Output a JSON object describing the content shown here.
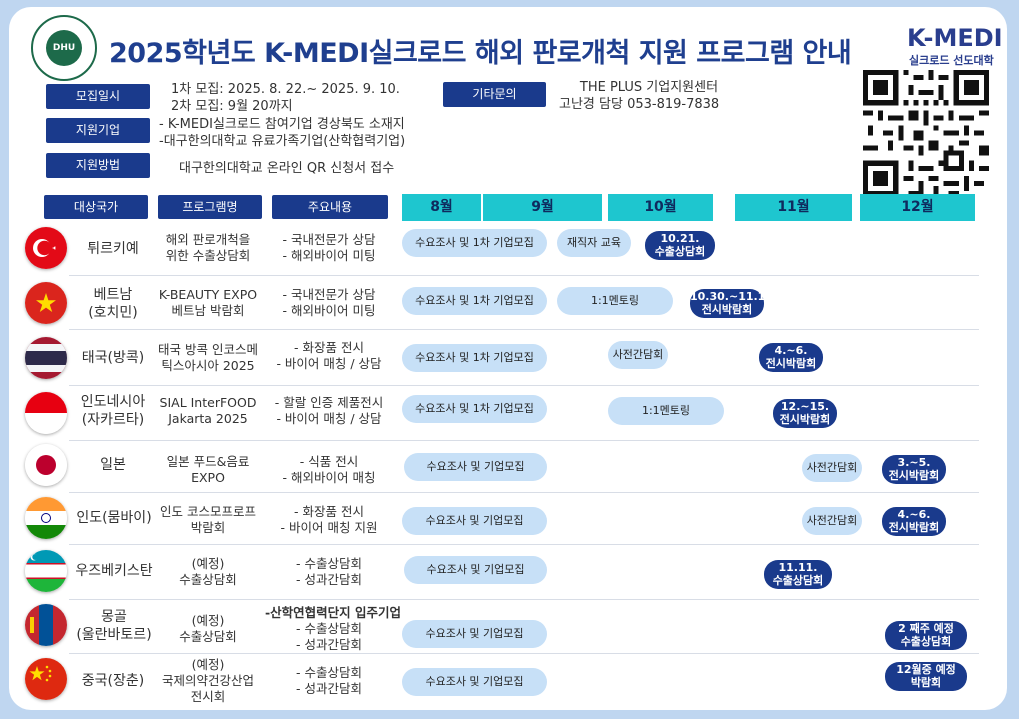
{
  "header": {
    "title": "2025학년도 K-MEDI실크로드 해외 판로개척 지원 프로그램 안내",
    "logo_text": "DHU",
    "brand": "K-MEDI",
    "brand_sub": "실크로드 선도대학"
  },
  "info": {
    "recruit_label": "모집일시",
    "recruit_line1": "1차 모집: 2025. 8. 22.~ 2025. 9. 10.",
    "recruit_line2": "2차 모집: 9월 20까지",
    "company_label": "지원기업",
    "company_line1": "- K-MEDI실크로드 참여기업 경상북도 소재지",
    "company_line2": "-대구한의대학교 유료가족기업(산학협력기업)",
    "method_label": "지원방법",
    "method_text": "대구한의대학교 온라인 QR 신청서 접수",
    "contact_label": "기타문의",
    "contact_line1": "THE PLUS 기업지원센터",
    "contact_line2": "고난경 담당 053-819-7838"
  },
  "table_headers": {
    "country": "대상국가",
    "program": "프로그램명",
    "content": "주요내용",
    "months": [
      "8월",
      "9월",
      "10월",
      "11월",
      "12월"
    ]
  },
  "rows": [
    {
      "country": "튀르키예",
      "program_1": "해외 판로개척을",
      "program_2": "위한 수출상담회",
      "content_1": "- 국내전문가 상담",
      "content_2": "- 해외바이어 미팅",
      "content_3": "",
      "pill_a": "수요조사 및 1차 기업모집",
      "pill_b": "재직자 교육",
      "event": "10.21.\n수출상담회"
    },
    {
      "country": "베트남\n(호치민)",
      "program_1": "K-BEAUTY EXPO",
      "program_2": "베트남 박람회",
      "content_1": "- 국내전문가 상담",
      "content_2": "- 해외바이어 미팅",
      "content_3": "",
      "pill_a": "수요조사 및 1차 기업모집",
      "pill_b": "1:1멘토링",
      "event": "10.30.~11.1.\n전시박람회"
    },
    {
      "country": "태국(방콕)",
      "program_1": "태국 방콕 인코스메",
      "program_2": "틱스아시아 2025",
      "content_1": "- 화장품 전시",
      "content_2": "- 바이어 매칭 / 상담",
      "content_3": "",
      "pill_a": "수요조사 및 1차 기업모집",
      "pill_b": "사전간담회",
      "event": "4.~6.\n전시박람회"
    },
    {
      "country": "인도네시아\n(자카르타)",
      "program_1": "SIAL InterFOOD",
      "program_2": "Jakarta 2025",
      "content_1": "- 할랄 인증 제품전시",
      "content_2": "- 바이어 매칭 / 상담",
      "content_3": "",
      "pill_a": "수요조사 및 1차 기업모집",
      "pill_b": "1:1멘토링",
      "event": "12.~15.\n전시박람회"
    },
    {
      "country": "일본",
      "program_1": "일본 푸드&음료",
      "program_2": "EXPO",
      "content_1": "- 식품 전시",
      "content_2": "- 해외바이어 매칭",
      "content_3": "",
      "pill_a": "수요조사 및 기업모집",
      "pill_b": "사전간담회",
      "event": "3.~5.\n전시박람회"
    },
    {
      "country": "인도(뭄바이)",
      "program_1": "인도 코스모프로프",
      "program_2": "박람회",
      "content_1": "- 화장품 전시",
      "content_2": "- 바이어 매칭 지원",
      "content_3": "",
      "pill_a": "수요조사 및 기업모집",
      "pill_b": "사전간담회",
      "event": "4.~6.\n전시박람회"
    },
    {
      "country": "우즈베키스탄",
      "program_1": "(예정)",
      "program_2": "수출상담회",
      "content_1": "- 수출상담회",
      "content_2": "- 성과간담회",
      "content_3": "",
      "pill_a": "수요조사 및 기업모집",
      "pill_b": "",
      "event": "11.11.\n수출상담회"
    },
    {
      "country": "몽골\n(울란바토르)",
      "program_1": "(예정)",
      "program_2": "수출상담회",
      "content_1": "-산학연협력단지 입주기업",
      "content_2": "- 수출상담회",
      "content_3": "- 성과간담회",
      "pill_a": "수요조사 및 기업모집",
      "pill_b": "",
      "event": "2 째주 예정\n수출상담회"
    },
    {
      "country": "중국(장춘)",
      "program_1": "(예정)",
      "program_2": "국제의약건강산업",
      "program_3": "전시회",
      "content_1": "- 수출상담회",
      "content_2": "- 성과간담회",
      "content_3": "",
      "pill_a": "수요조사 및 기업모집",
      "pill_b": "",
      "event": "12월중 예정\n박람회"
    }
  ],
  "colors": {
    "navy": "#1a3a8c",
    "teal": "#1ec6cf",
    "light_pill": "#c7e0f7",
    "background": "#bfd6f0"
  }
}
